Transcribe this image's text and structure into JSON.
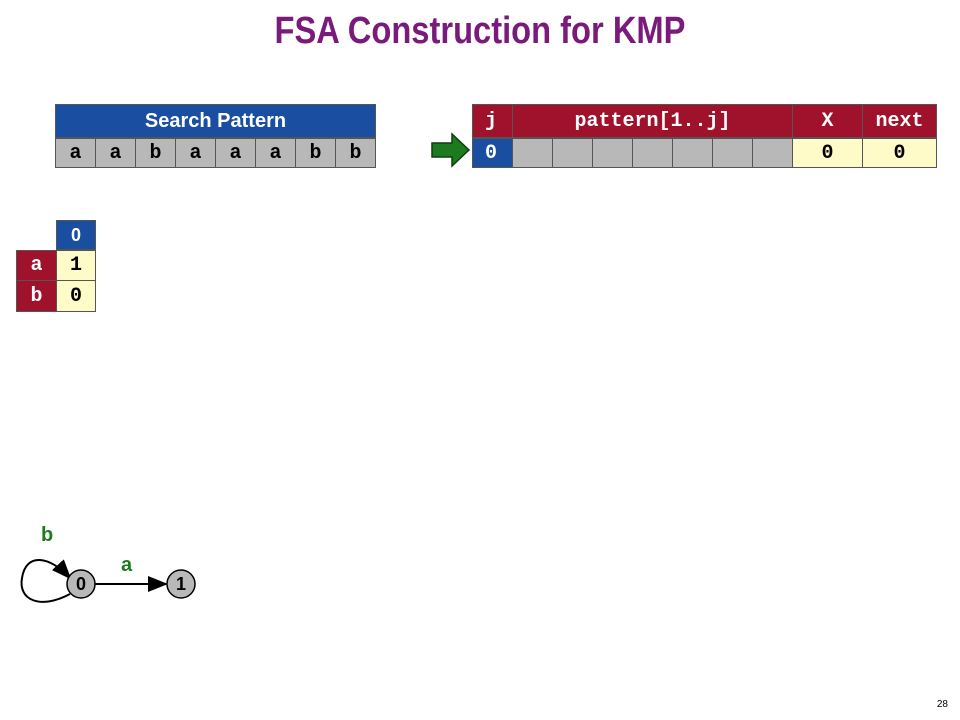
{
  "title": "FSA Construction for KMP",
  "page_number": "28",
  "search_pattern": {
    "header": "Search Pattern",
    "chars": [
      "a",
      "a",
      "b",
      "a",
      "a",
      "a",
      "b",
      "b"
    ]
  },
  "kmp_table": {
    "headers": {
      "j": "j",
      "pattern": "pattern[1..j]",
      "x": "X",
      "next": "next"
    },
    "rows": [
      {
        "j": "0",
        "x": "0",
        "next": "0"
      }
    ]
  },
  "fsa_table": {
    "state_header": "0",
    "rows": [
      {
        "symbol": "a",
        "value": "1"
      },
      {
        "symbol": "b",
        "value": "0"
      }
    ]
  },
  "diagram": {
    "states": [
      "0",
      "1"
    ],
    "edge_labels": {
      "a": "a",
      "b": "b"
    }
  },
  "colors": {
    "title": "#7a1a7a",
    "blue": "#1a4ea0",
    "maroon": "#a0122c",
    "arrow_green": "#1e7a1e"
  }
}
